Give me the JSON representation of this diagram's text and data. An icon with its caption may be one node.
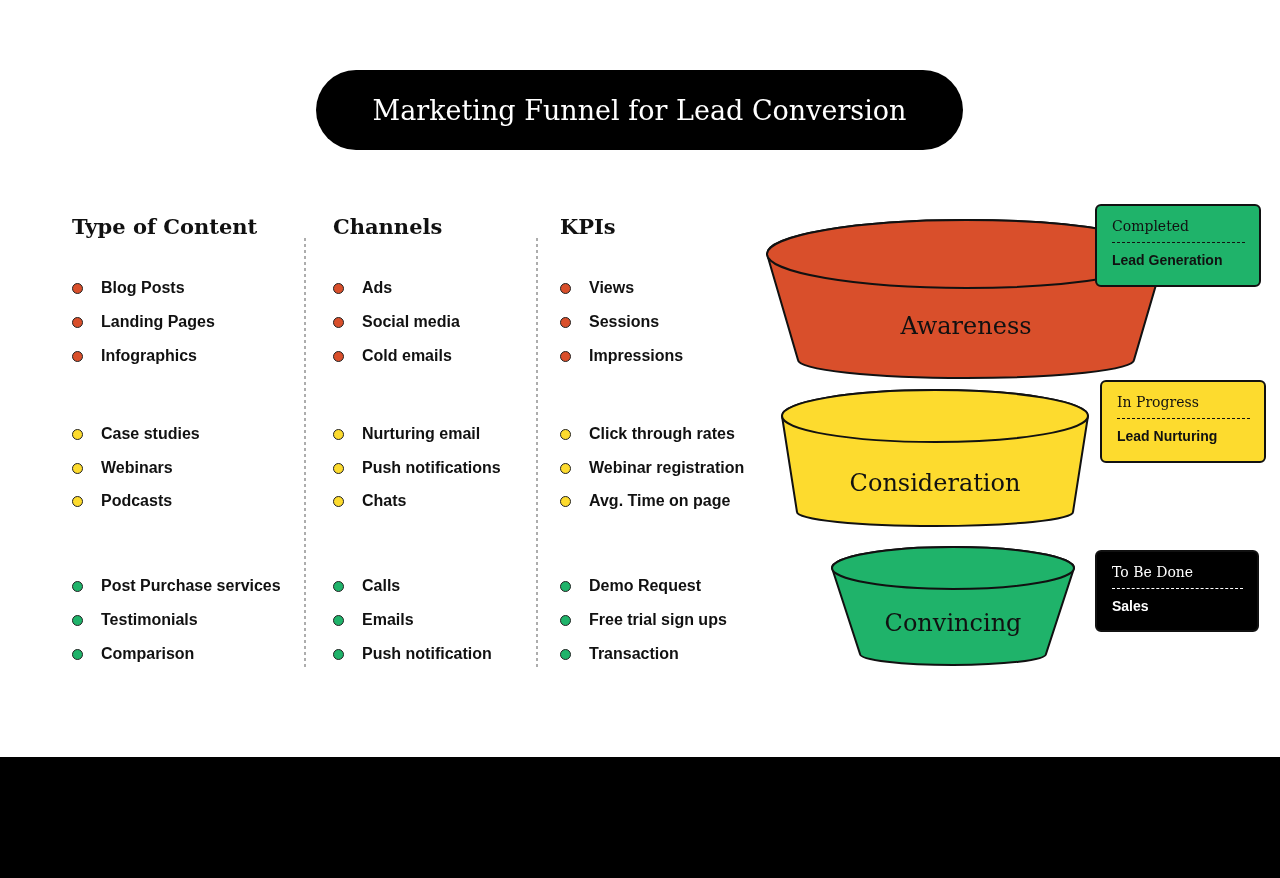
{
  "diagram": {
    "title": "Marketing Funnel for Lead Conversion",
    "nodes": [
      {
        "text": [
          "Awareness"
        ]
      },
      {
        "text": [
          "Completed",
          "Lead Generation"
        ]
      },
      {
        "text": [
          "Consideration"
        ]
      },
      {
        "text": [
          "In Progress",
          "Lead Nurturing"
        ]
      },
      {
        "text": [
          "Convincing"
        ]
      },
      {
        "text": [
          "To Be Done",
          "Sales"
        ]
      }
    ],
    "edges": [],
    "labels": [
      "Type of Content",
      "Channels",
      "KPIs",
      "Blog Posts",
      "Ads",
      "Views",
      "Landing Pages",
      "Social media",
      "Sessions",
      "Infographics",
      "Cold emails",
      "Impressions",
      "Case studies",
      "Nurturing email",
      "Click through rates",
      "Webinars",
      "Push notifications",
      "Webinar registration",
      "Podcasts",
      "Chats",
      "Avg. Time on page",
      "Post Purchase services",
      "Calls",
      "Demo Request",
      "Testimonials",
      "Emails",
      "Free trial sign ups",
      "Comparison",
      "Push notification",
      "Transaction"
    ]
  }
}
